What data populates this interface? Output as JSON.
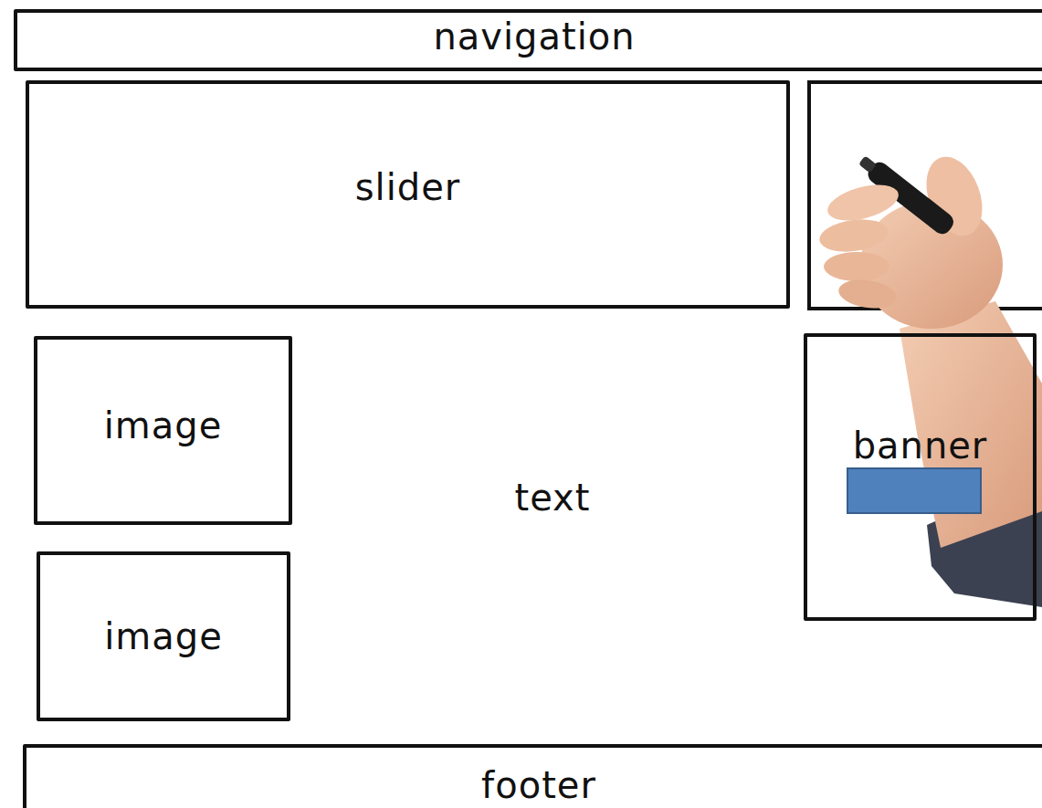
{
  "diagram": {
    "nodes": [
      {
        "text": [
          "navigation"
        ]
      },
      {
        "text": [
          "slider"
        ]
      },
      {
        "text": [
          "image"
        ]
      },
      {
        "text": [
          "banner"
        ]
      },
      {
        "text": [
          "image"
        ]
      },
      {
        "text": [
          "footer"
        ]
      }
    ],
    "labels": [
      "text"
    ]
  }
}
